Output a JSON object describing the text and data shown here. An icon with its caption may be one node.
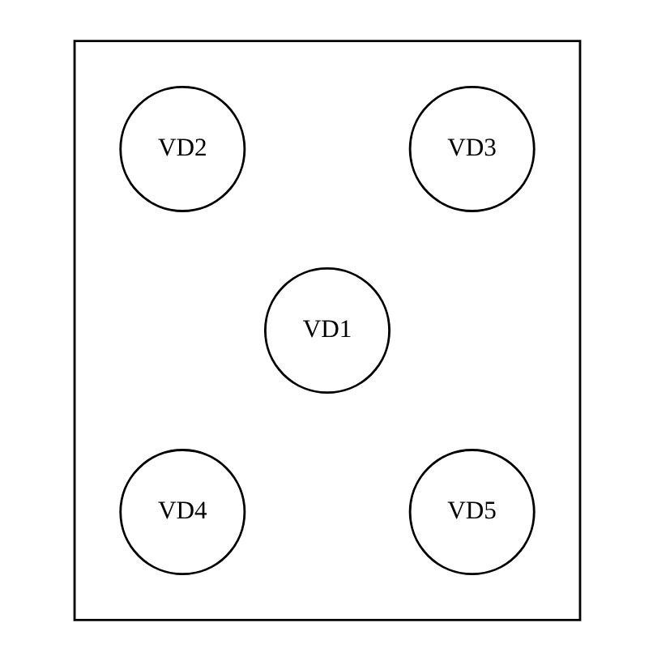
{
  "diagram": {
    "nodes": [
      {
        "text": [],
        "shape": "box"
      },
      {
        "text": [
          "VD2"
        ],
        "in": 0
      },
      {
        "text": [
          "VD3"
        ],
        "in": 0
      },
      {
        "text": [
          "VD1"
        ],
        "in": 0
      },
      {
        "text": [
          "VD4"
        ],
        "in": 0
      },
      {
        "text": [
          "VD5"
        ],
        "in": 0
      }
    ],
    "edges": []
  }
}
